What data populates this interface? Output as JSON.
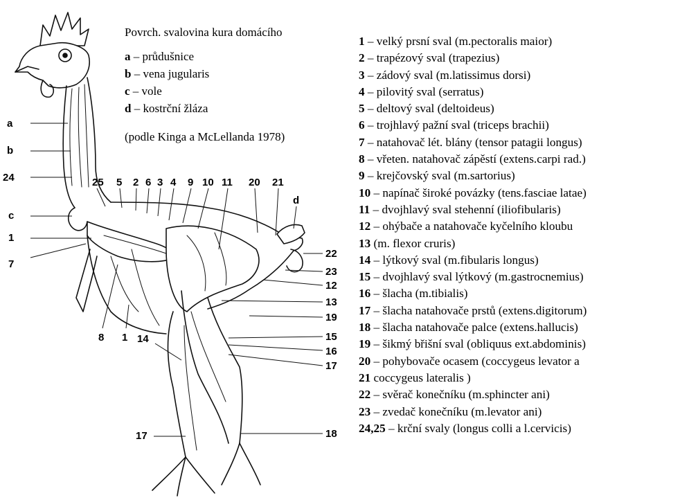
{
  "caption": {
    "title": "Povrch. svalovina kura domácího",
    "items": [
      {
        "key": "a",
        "text": "průdušnice"
      },
      {
        "key": "b",
        "text": "vena jugularis"
      },
      {
        "key": "c",
        "text": "vole"
      },
      {
        "key": "d",
        "text": "kostrční žláza"
      }
    ],
    "source": "(podle Kinga a McLellanda 1978)"
  },
  "legend": [
    {
      "num": "1",
      "text": "velký prsní sval (m.pectoralis maior)"
    },
    {
      "num": "2",
      "text": "trapézový sval (trapezius)"
    },
    {
      "num": "3",
      "text": "zádový sval  (m.latissimus dorsi)"
    },
    {
      "num": "4",
      "text": "pilovitý sval (serratus)"
    },
    {
      "num": "5",
      "text": "deltový sval (deltoideus)"
    },
    {
      "num": "6",
      "text": "trojhlavý pažní sval (triceps brachii)"
    },
    {
      "num": "7",
      "text": "natahovač lét. blány (tensor patagii longus)"
    },
    {
      "num": "8",
      "text": "vřeten. natahovač zápěstí (extens.carpi rad.)"
    },
    {
      "num": "9",
      "text": "krejčovský sval  (m.sartorius)"
    },
    {
      "num": "10",
      "text": "napínač široké povázky (tens.fasciae latae)"
    },
    {
      "num": "11",
      "text": "dvojhlavý sval stehenní (iliofibularis)"
    },
    {
      "num": "12",
      "text": "ohýbače a natahovače kyčelního kloubu"
    },
    {
      "num": "13",
      "text": "(m. flexor cruris)",
      "nodash": true
    },
    {
      "num": "14",
      "text": "lýtkový sval  (m.fibularis longus)"
    },
    {
      "num": "15",
      "text": "dvojhlavý sval lýtkový (m.gastrocnemius)"
    },
    {
      "num": "16",
      "text": "šlacha (m.tibialis)"
    },
    {
      "num": "17",
      "text": "šlacha natahovače prstů (extens.digitorum)"
    },
    {
      "num": "18",
      "text": "šlacha natahovače palce (extens.hallucis)"
    },
    {
      "num": "19",
      "text": "šikmý břišní sval (obliquus ext.abdominis)"
    },
    {
      "num": "20",
      "text": " pohybovače ocasem (coccygeus levator a"
    },
    {
      "num": "21",
      "text": "coccygeus lateralis )",
      "nodash": true
    },
    {
      "num": "22",
      "text": "svěrač konečníku  (m.sphincter ani)"
    },
    {
      "num": "23",
      "text": "zvedač konečníku (m.levator ani)"
    },
    {
      "num": "24,25",
      "text": "krční svaly (longus colli a l.cervicis)"
    }
  ],
  "figure_labels": {
    "a": "a",
    "b": "b",
    "n24": "24",
    "c": "c",
    "n1": "1",
    "n7": "7",
    "n25": "25",
    "n5": "5",
    "n2": "2",
    "n6": "6",
    "n3": "3",
    "n4": "4",
    "n9": "9",
    "n10": "10",
    "n11": "11",
    "n20": "20",
    "n21": "21",
    "d": "d",
    "n22": "22",
    "n23": "23",
    "n12": "12",
    "n13": "13",
    "n19": "19",
    "n15": "15",
    "n16": "16",
    "n17r": "17",
    "n8": "8",
    "n1b": "1",
    "n14": "14",
    "n17l": "17",
    "n18": "18"
  }
}
